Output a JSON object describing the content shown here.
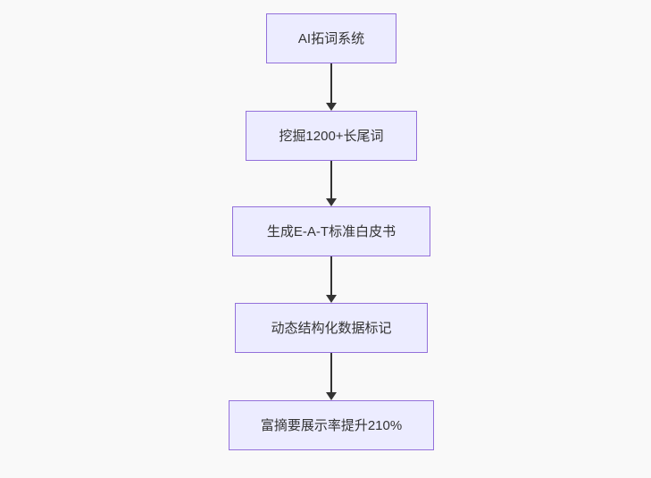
{
  "diagram": {
    "type": "flowchart",
    "direction": "top-down",
    "nodes": [
      {
        "id": "n1",
        "label": "AI拓词系统"
      },
      {
        "id": "n2",
        "label": "挖掘1200+长尾词"
      },
      {
        "id": "n3",
        "label": "生成E-A-T标准白皮书"
      },
      {
        "id": "n4",
        "label": "动态结构化数据标记"
      },
      {
        "id": "n5",
        "label": "富摘要展示率提升210%"
      }
    ],
    "edges": [
      {
        "from": "n1",
        "to": "n2",
        "arrow": "solid-triangle"
      },
      {
        "from": "n2",
        "to": "n3",
        "arrow": "solid-triangle"
      },
      {
        "from": "n3",
        "to": "n4",
        "arrow": "solid-triangle"
      },
      {
        "from": "n4",
        "to": "n5",
        "arrow": "solid-triangle"
      }
    ],
    "colors": {
      "background": "#f9f9f9",
      "node_fill": "#ececff",
      "node_border": "#9370db",
      "node_text": "#333333",
      "arrow": "#333333"
    }
  }
}
